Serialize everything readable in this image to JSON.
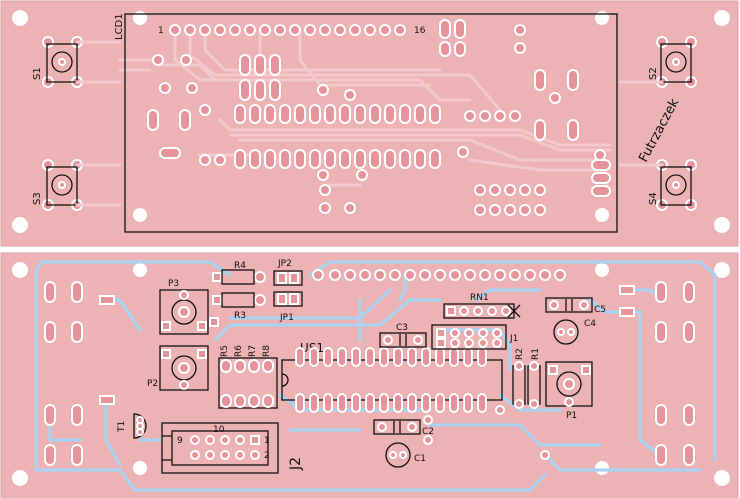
{
  "board": {
    "top_panel": {
      "lcd_label": "LCD1",
      "pin_first": "1",
      "pin_last": "16",
      "author": "Futrzaczek",
      "switches": [
        "S1",
        "S2",
        "S3",
        "S4"
      ]
    },
    "bottom_panel": {
      "ic": "US1",
      "resistors": [
        "R4",
        "R3",
        "R5",
        "R6",
        "R7",
        "R8",
        "R2",
        "R1"
      ],
      "jumpers": [
        "JP2",
        "JP1"
      ],
      "pots": [
        "P3",
        "P2",
        "P1"
      ],
      "caps": [
        "C5",
        "C4",
        "C3",
        "C2",
        "C1"
      ],
      "network": "RN1",
      "header": "J1",
      "connector": "J2",
      "connector_pin_10": "10",
      "connector_pin_9": "9",
      "connector_pin_1": "1",
      "connector_pin_2": "2",
      "transistor": "T1"
    }
  },
  "colors": {
    "board": "#ecb2b4",
    "copper": "#e4949a",
    "top_trace": "#f2c9cc",
    "bottom_trace": "#a9d3f0",
    "silk": "#111111"
  }
}
